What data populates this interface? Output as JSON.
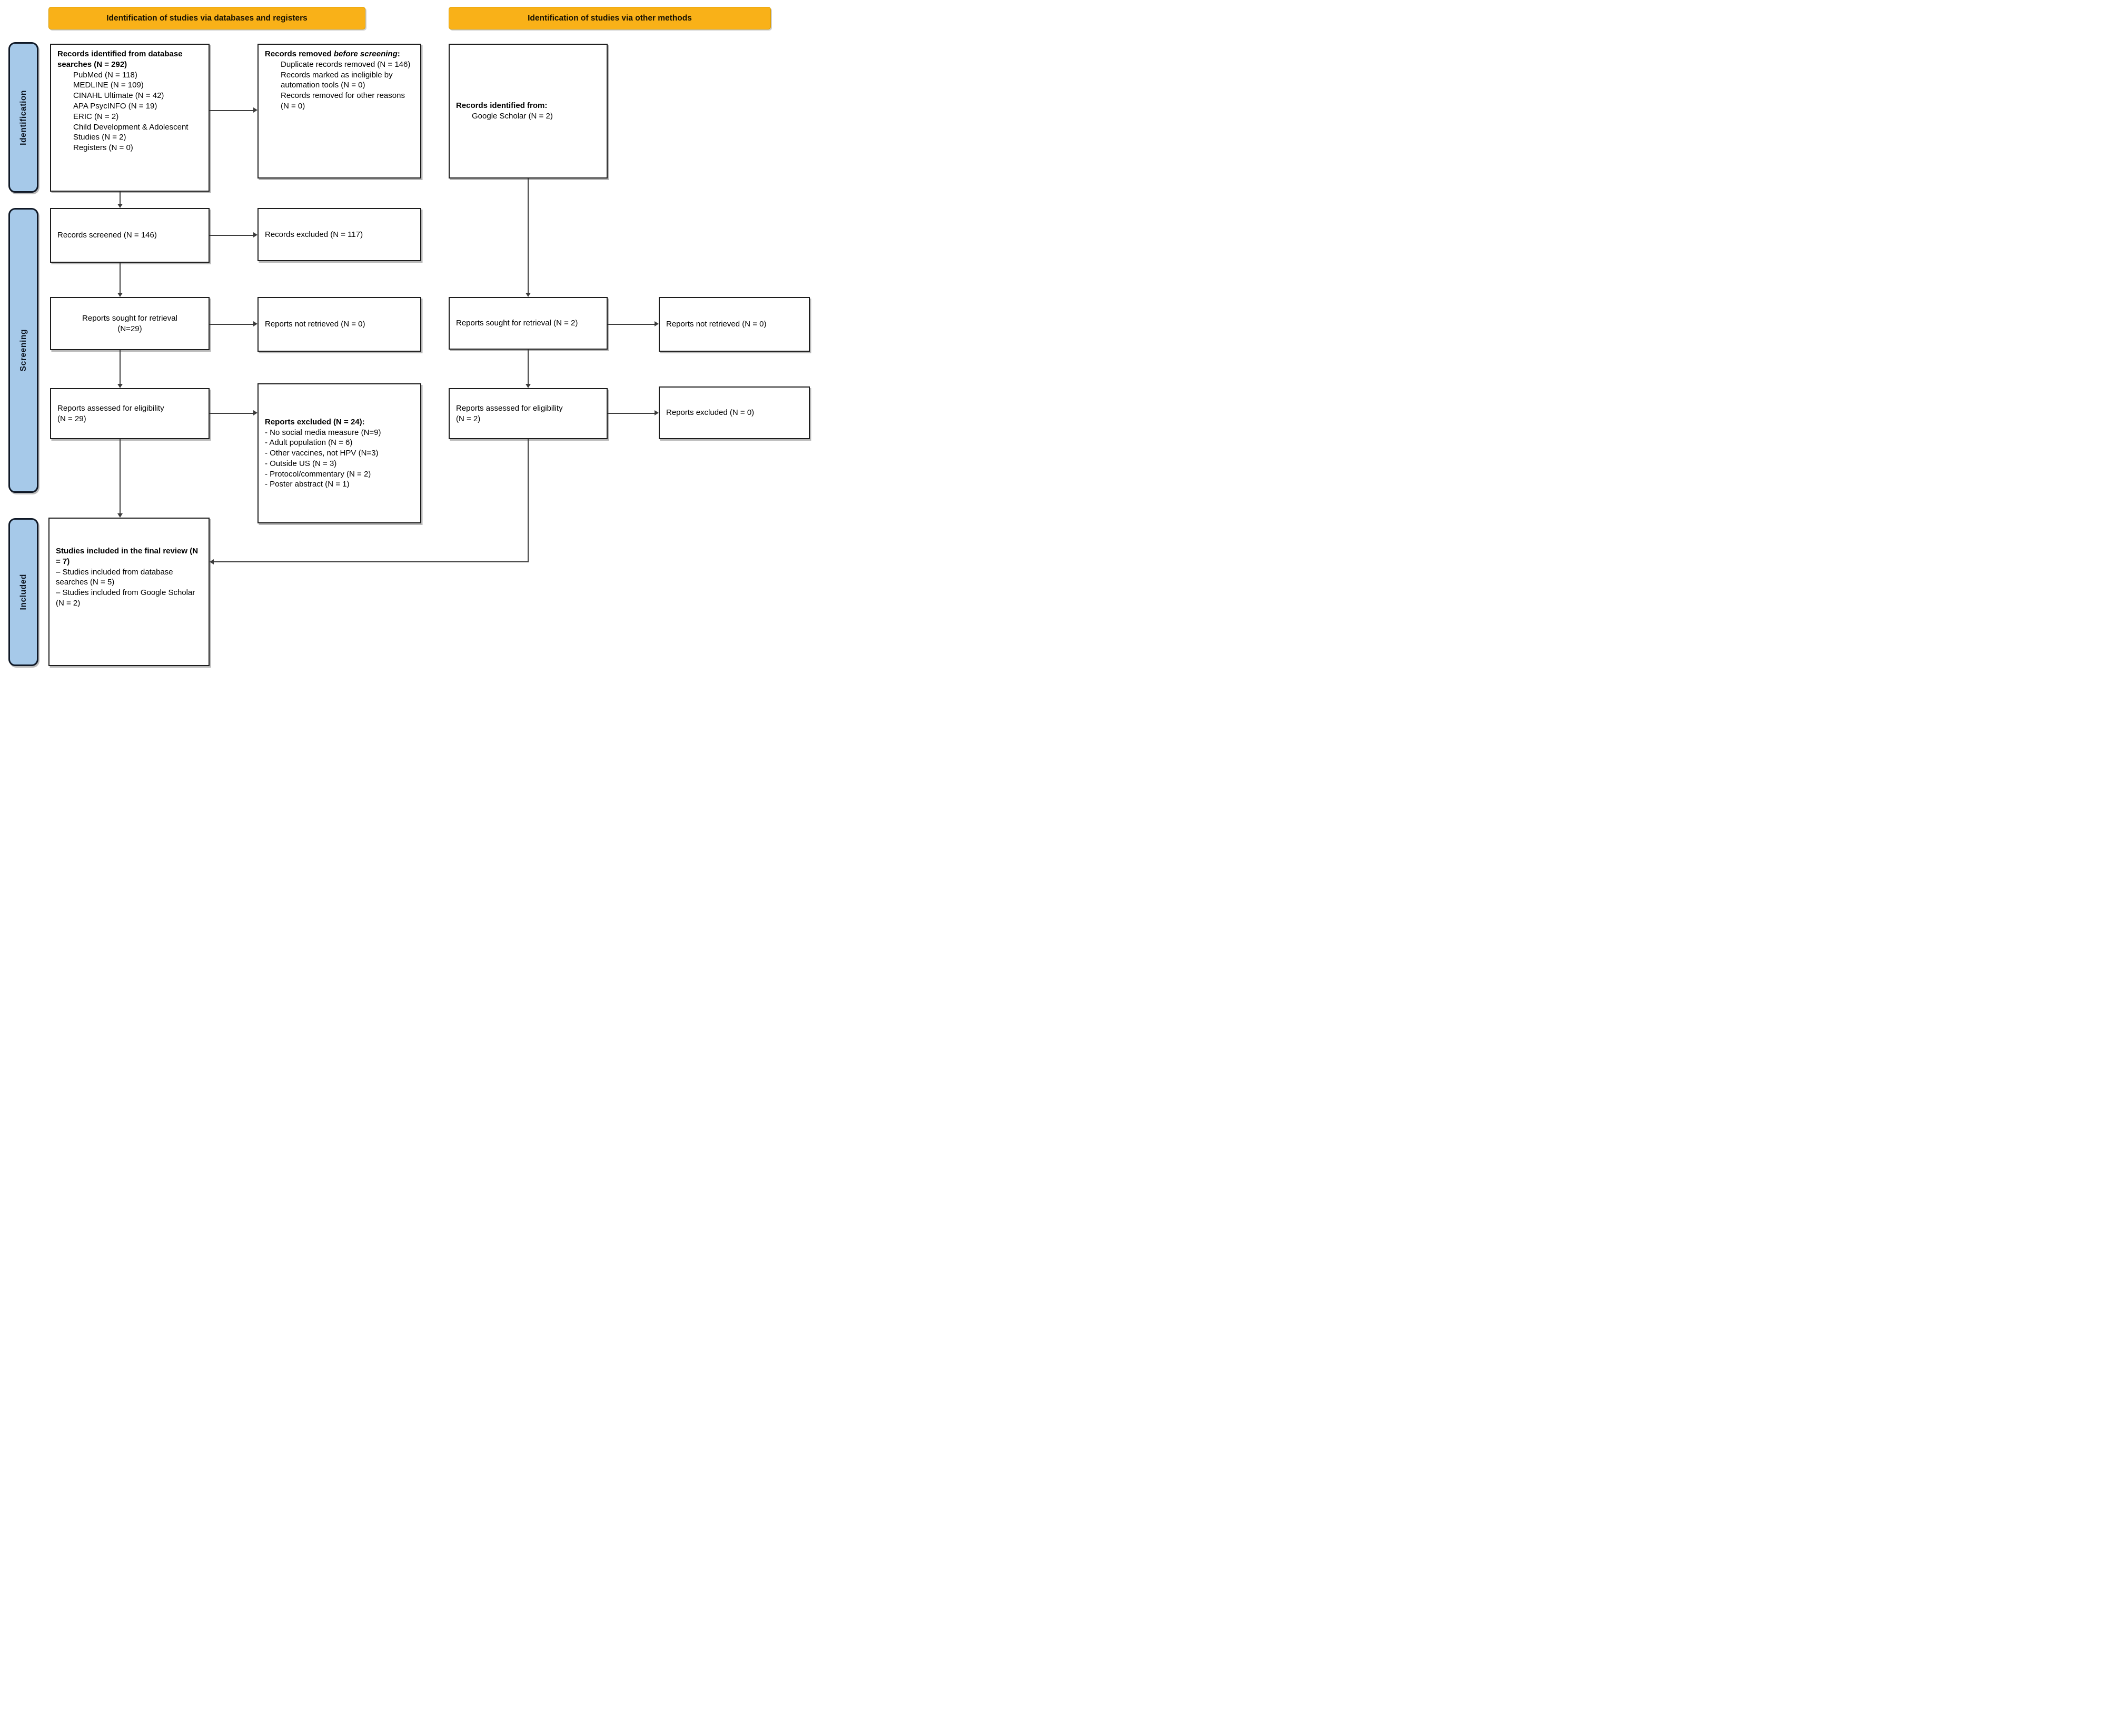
{
  "colors": {
    "header_bg": "#F9B118",
    "sidebar_bg": "#A6C9E9",
    "box_border": "#1c1c1c",
    "arrow": "#3d3d3d"
  },
  "headers": {
    "left": "Identification of studies via databases and registers",
    "right": "Identification of studies via other methods"
  },
  "sidebar": {
    "identification": "Identification",
    "screening": "Screening",
    "included": "Included"
  },
  "boxes": {
    "db_identified": {
      "title": "Records identified from database searches (N = 292)",
      "items": [
        "PubMed (N = 118)",
        "MEDLINE (N = 109)",
        "CINAHL Ultimate (N = 42)",
        "APA PsycINFO (N = 19)",
        "ERIC (N = 2)",
        "Child Development & Adolescent Studies (N = 2)",
        "Registers (N = 0)"
      ]
    },
    "removed_before": {
      "prefix": "Records removed ",
      "italic": "before screening",
      "suffix": ":",
      "items": [
        "Duplicate records removed (N = 146)",
        "Records marked as ineligible by automation tools (N = 0)",
        "Records removed for other reasons (N = 0)"
      ]
    },
    "other_identified": {
      "title": "Records identified from:",
      "item": "Google Scholar (N = 2)"
    },
    "records_screened": {
      "text": "Records screened (N = 146)"
    },
    "records_excluded": {
      "text": "Records excluded (N = 117)"
    },
    "sought_db": {
      "line1": "Reports sought for retrieval",
      "line2": "(N=29)"
    },
    "not_retrieved_db": {
      "text": "Reports not retrieved (N = 0)"
    },
    "sought_other": {
      "text": "Reports sought for retrieval (N = 2)"
    },
    "not_retrieved_other": {
      "text": "Reports not retrieved (N = 0)"
    },
    "assessed_db": {
      "line1": "Reports assessed for eligibility",
      "line2": "(N = 29)"
    },
    "excluded_reports": {
      "title": "Reports excluded (N = 24):",
      "items": [
        "- No social media measure (N=9)",
        "- Adult population (N = 6)",
        "- Other vaccines, not HPV (N=3)",
        "- Outside US (N = 3)",
        "- Protocol/commentary (N = 2)",
        "- Poster abstract (N = 1)"
      ]
    },
    "assessed_other": {
      "line1": "Reports assessed for eligibility",
      "line2": "(N = 2)"
    },
    "excluded_other": {
      "text": "Reports excluded (N = 0)"
    },
    "included_final": {
      "title": "Studies included in the final review (N = 7)",
      "lines": [
        "– Studies included from database searches (N = 5)",
        "– Studies included from Google Scholar (N = 2)"
      ]
    }
  }
}
